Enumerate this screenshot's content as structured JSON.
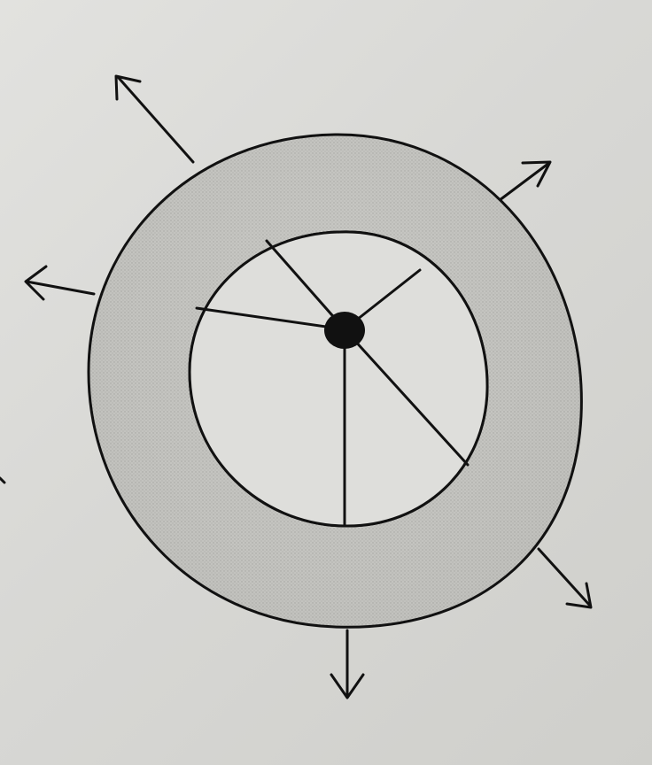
{
  "figure": {
    "ring_shading": "stippled-gray",
    "ink_color": "#111111",
    "paper_color": "#dcdcd9",
    "ring_fill_color": "#b8b8b4",
    "outward_arrow_count": 6,
    "spoke_count": 5
  }
}
